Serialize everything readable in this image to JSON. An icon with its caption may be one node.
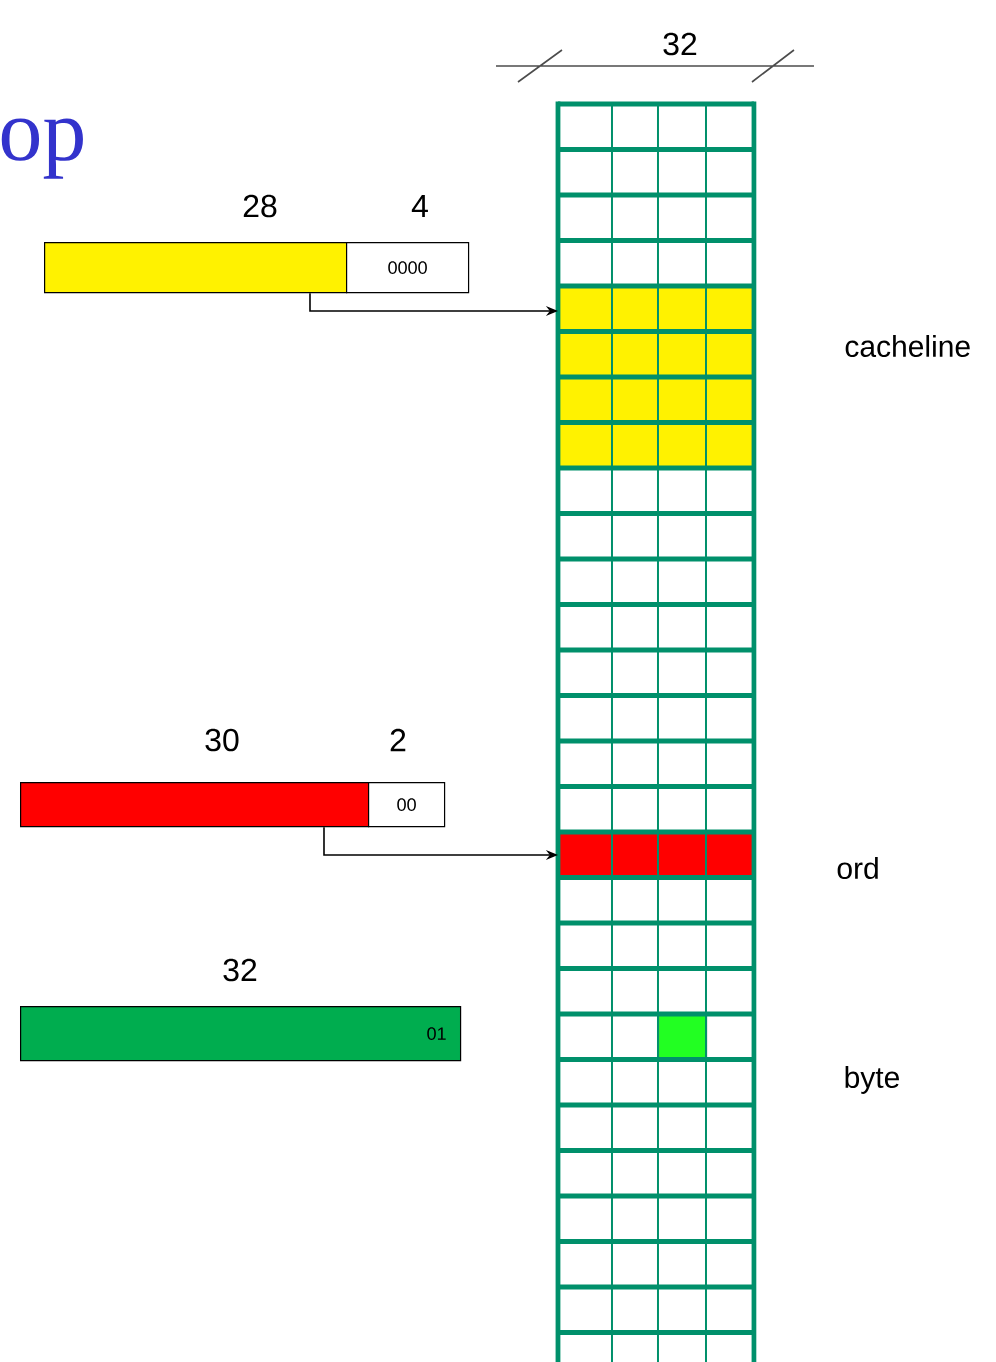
{
  "diagram": {
    "title": "op",
    "nodes": [
      {
        "text": [],
        "shape": "bar",
        "beside": [
          "28"
        ]
      },
      {
        "text": [
          "0000"
        ],
        "beside": [
          "4"
        ]
      },
      {
        "text": [],
        "shape": "bar",
        "beside": [
          "30"
        ]
      },
      {
        "text": [
          "00"
        ],
        "beside": [
          "2"
        ]
      },
      {
        "text": [
          "01"
        ],
        "beside": [
          "32"
        ]
      },
      {
        "text": [],
        "shape": "box",
        "beside": [
          "cacheline"
        ]
      },
      {
        "text": [],
        "shape": "box",
        "beside": [
          "ord"
        ]
      },
      {
        "text": [],
        "shape": "box"
      }
    ],
    "edges": [
      {
        "from": 0,
        "to": 5,
        "arrow": "to"
      },
      {
        "from": 2,
        "to": 6,
        "arrow": "to"
      }
    ],
    "labels": [
      "32",
      "byte"
    ]
  }
}
